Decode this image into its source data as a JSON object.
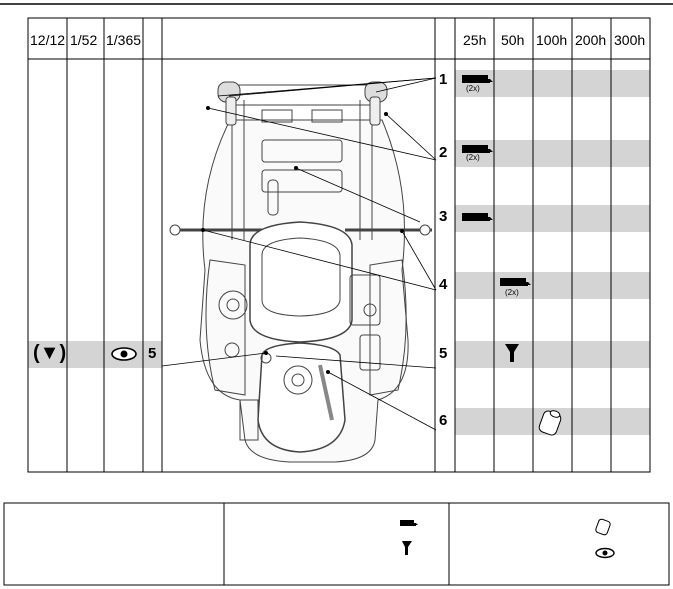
{
  "left_headers": [
    "12/12",
    "1/52",
    "1/365"
  ],
  "right_headers": [
    "25h",
    "50h",
    "100h",
    "200h",
    "300h"
  ],
  "rows": [
    {
      "num": "1",
      "qty": "(2x)"
    },
    {
      "num": "2",
      "qty": "(2x)"
    },
    {
      "num": "3",
      "qty": ""
    },
    {
      "num": "4",
      "qty": "(2x)"
    },
    {
      "num": "5",
      "qty": ""
    },
    {
      "num": "6",
      "qty": ""
    }
  ],
  "left_row": {
    "filter_symbol": "(▼)",
    "num": "5"
  },
  "icons": {
    "grease": "grease-gun-icon",
    "filter": "filter-icon",
    "inspect": "eye-icon",
    "oil": "oil-can-icon"
  },
  "colors": {
    "shade": "#d4d4d4",
    "line": "#000000"
  }
}
